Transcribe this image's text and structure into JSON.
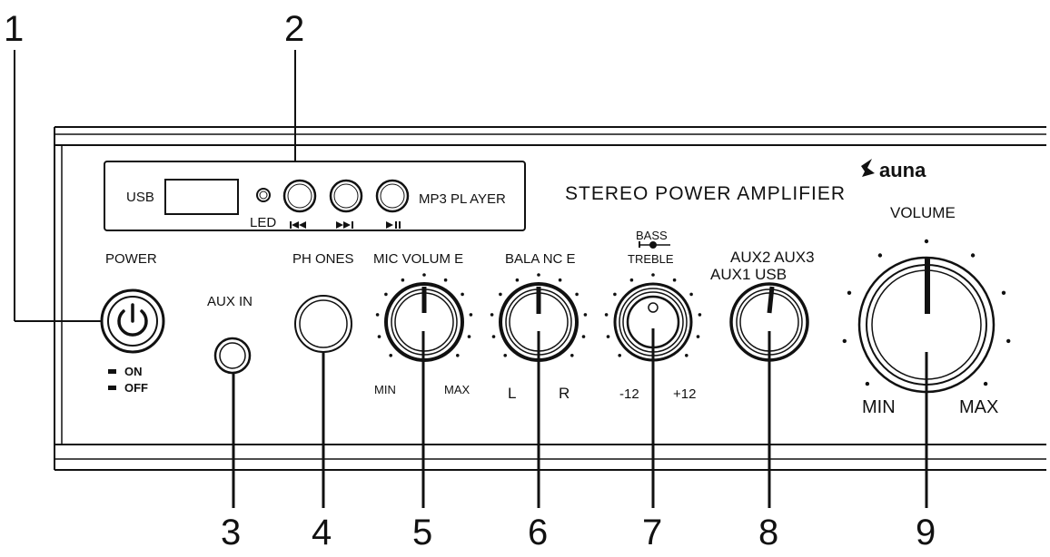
{
  "callout_numbers": [
    "1",
    "2",
    "3",
    "4",
    "5",
    "6",
    "7",
    "8",
    "9"
  ],
  "brand": "auna",
  "title": "STEREO POWER AMPLIFIER",
  "mp3_panel": {
    "usb_label": "USB",
    "led_label": "LED",
    "player_label": "MP3 PL AYER",
    "buttons": [
      {
        "symbol": "◀◀",
        "icon": "previous-track-icon"
      },
      {
        "symbol": "▶▶|",
        "icon": "next-track-icon"
      },
      {
        "symbol": "▶||",
        "icon": "play-pause-icon"
      }
    ]
  },
  "power": {
    "label": "POWER",
    "on_label": "ON",
    "off_label": "OFF"
  },
  "aux_in": {
    "label": "AUX  IN"
  },
  "phones": {
    "label": "PH ONES"
  },
  "mic_volume": {
    "label": "MIC VOLUM E",
    "min_label": "MIN",
    "max_label": "MAX"
  },
  "balance": {
    "label": "BALA NC E",
    "left_label": "L",
    "right_label": "R"
  },
  "tone": {
    "bass_label": "BASS",
    "treble_label": "TREBLE",
    "min_label": "-12",
    "max_label": "+12"
  },
  "source": {
    "label_top": "AUX2  AUX3",
    "label_bottom": "AUX1 USB"
  },
  "volume": {
    "label": "VOLUME",
    "min_label": "MIN",
    "max_label": "MAX"
  },
  "colors": {
    "ink": "#111111",
    "background": "#ffffff",
    "panel": "#ffffff"
  }
}
